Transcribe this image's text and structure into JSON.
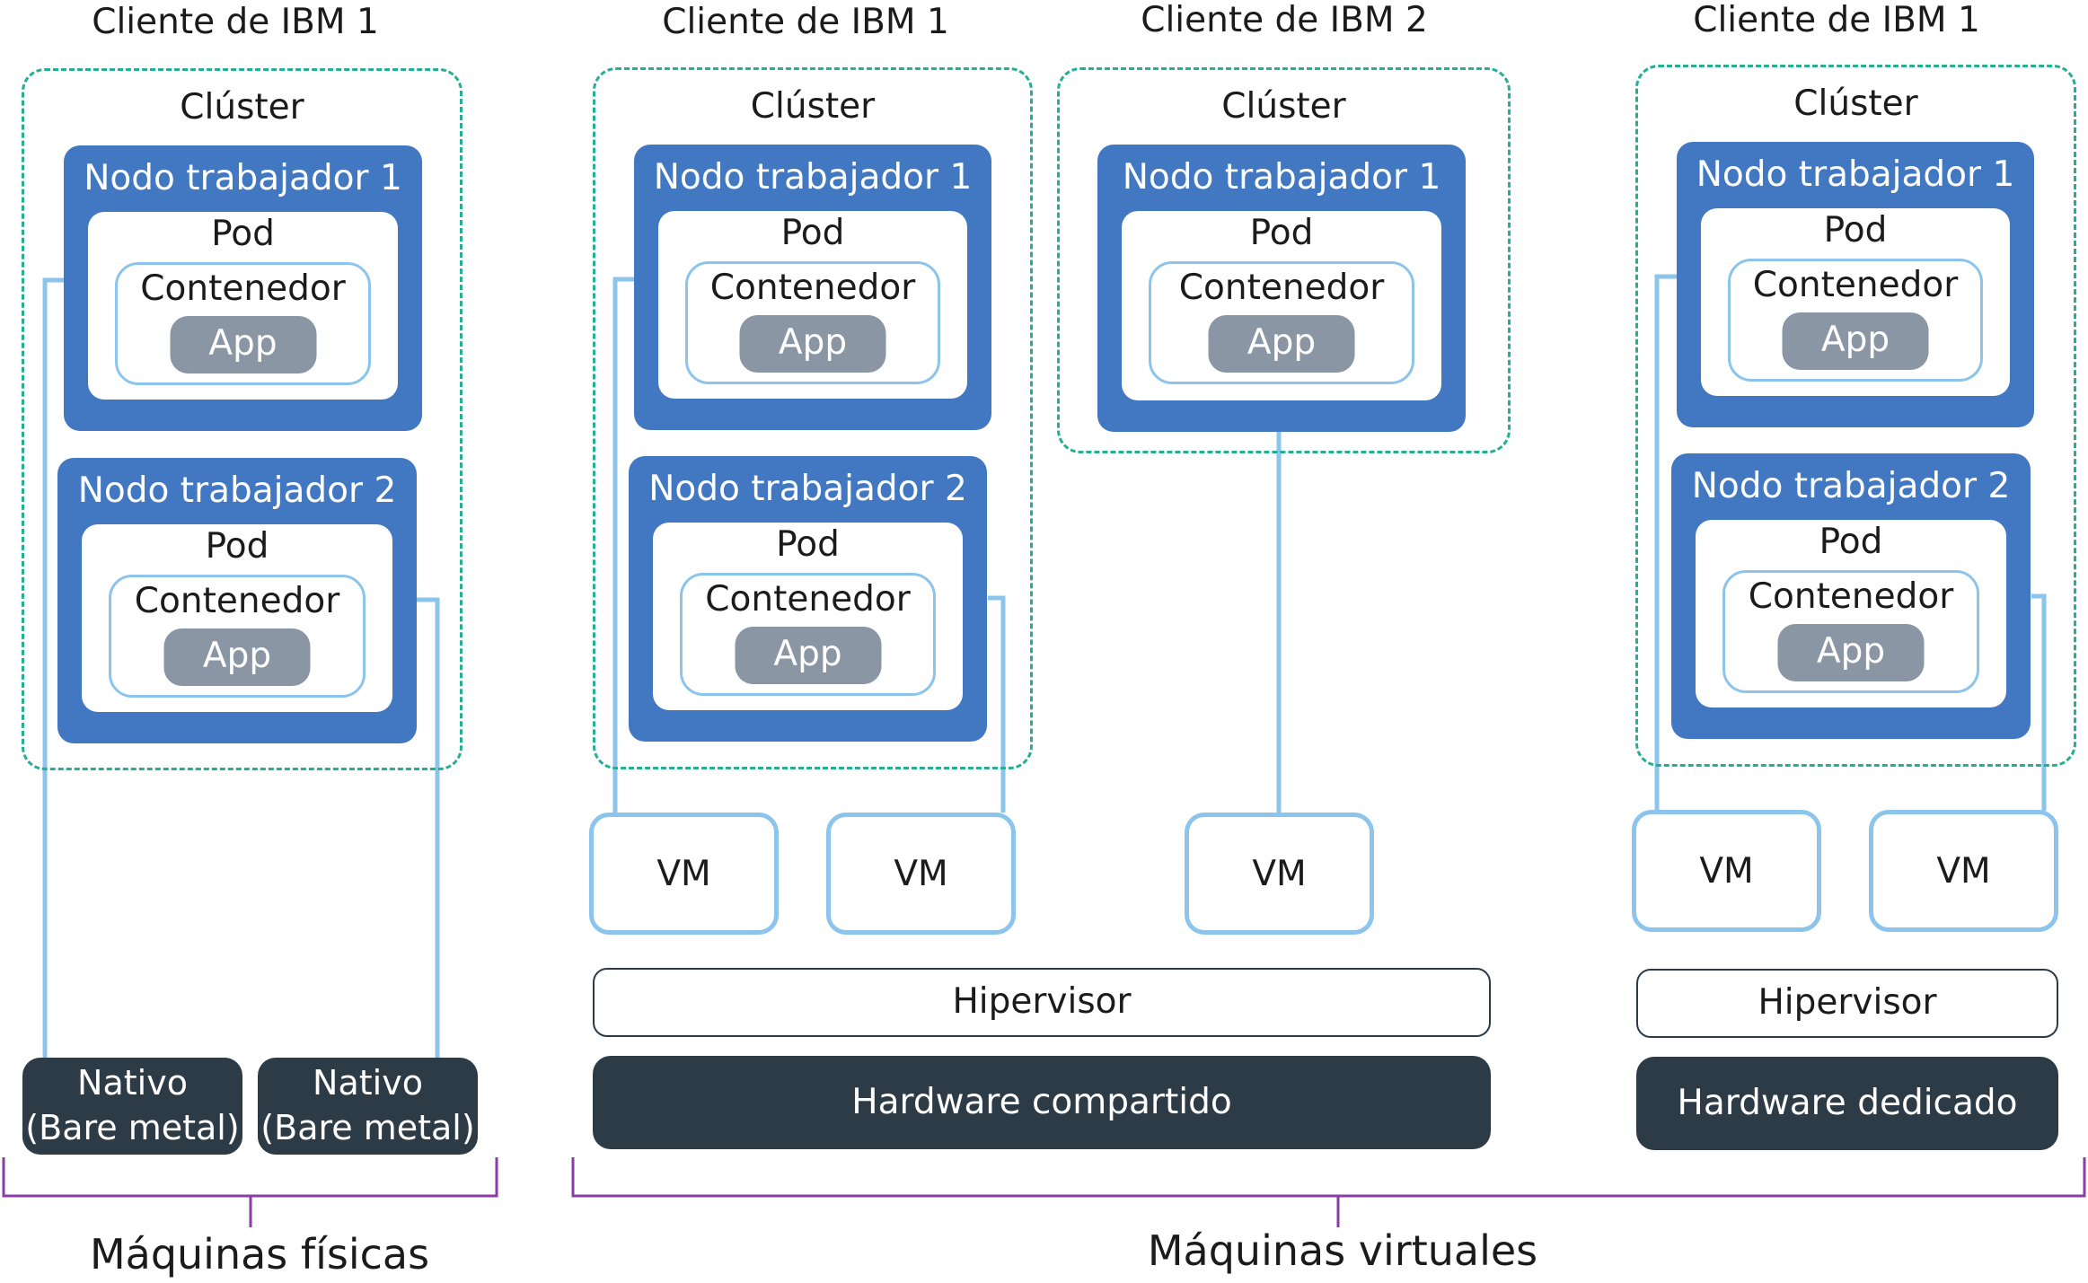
{
  "customers": {
    "c1": "Cliente de IBM 1",
    "c2": "Cliente de IBM 1",
    "c3": "Cliente de IBM 2",
    "c4": "Cliente de IBM 1"
  },
  "cluster_label": "Clúster",
  "node1_label": "Nodo trabajador 1",
  "node2_label": "Nodo trabajador 2",
  "pod_label": "Pod",
  "container_label": "Contenedor",
  "app_label": "App",
  "vm_label": "VM",
  "hypervisor_label": "Hipervisor",
  "shared_hardware_label": "Hardware compartido",
  "dedicated_hardware_label": "Hardware dedicado",
  "bare_metal": {
    "line1": "Nativo",
    "line2": "(Bare metal)"
  },
  "categories": {
    "physical": "Máquinas físicas",
    "virtual": "Máquinas virtuales"
  },
  "colors": {
    "node_blue": "#4278c2",
    "cluster_dashed": "#26ae94",
    "container_border": "#8cc4ec",
    "app_gray": "#8a96a3",
    "hardware_dark": "#2d3b47",
    "bracket_purple": "#8a3ea5"
  }
}
